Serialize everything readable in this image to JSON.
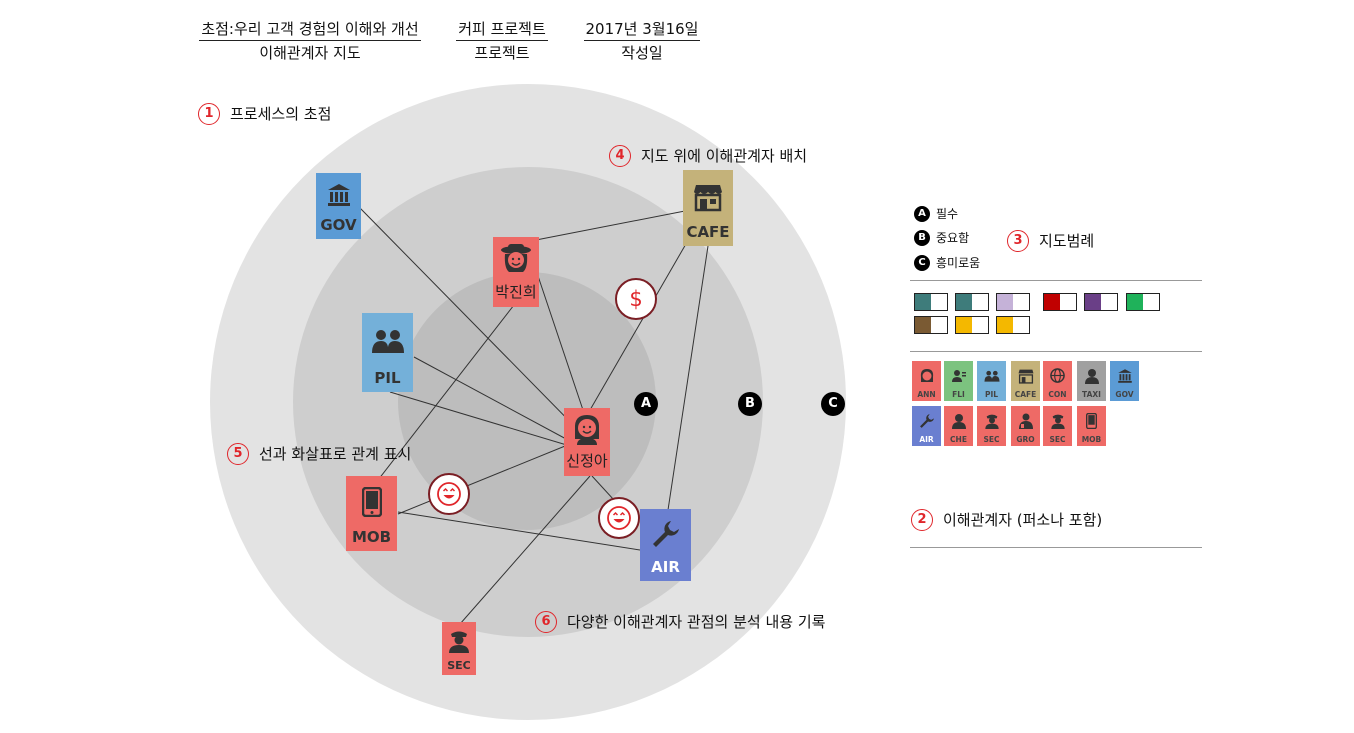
{
  "header": {
    "focus_value": "초점:우리 고객 경험의 이해와 개선",
    "focus_caption": "이해관계자 지도",
    "project_value": "커피 프로젝트",
    "project_caption": "프로젝트",
    "date_value": "2017년 3월16일",
    "date_caption": "작성일"
  },
  "annotations": [
    {
      "num": "1",
      "text": "프로세스의 초점"
    },
    {
      "num": "2",
      "text": "이해관계자 (퍼소나 포함)"
    },
    {
      "num": "3",
      "text": "지도범례"
    },
    {
      "num": "4",
      "text": "지도 위에 이해관계자 배치"
    },
    {
      "num": "5",
      "text": "선과 화살표로 관계 표시"
    },
    {
      "num": "6",
      "text": "다양한 이해관계자 관점의 분석 내용 기록"
    }
  ],
  "rings": [
    {
      "letter": "A"
    },
    {
      "letter": "B"
    },
    {
      "letter": "C"
    }
  ],
  "map_stakeholders": {
    "gov": {
      "label": "GOV",
      "icon": "government-building-icon",
      "color": "#5b9bd5"
    },
    "cafe": {
      "label": "CAFE",
      "icon": "storefront-icon",
      "color": "#c4b27a"
    },
    "park": {
      "label": "박진희",
      "icon": "persona-woman-hat-icon",
      "color": "#ee6a66"
    },
    "pil": {
      "label": "PIL",
      "icon": "people-pair-icon",
      "color": "#74b0d9"
    },
    "shin": {
      "label": "신정아",
      "icon": "persona-woman-icon",
      "color": "#ee6a66"
    },
    "mob": {
      "label": "MOB",
      "icon": "mobile-phone-icon",
      "color": "#ee6a66"
    },
    "air": {
      "label": "AIR",
      "icon": "wrench-icon",
      "color": "#6a7fd0"
    },
    "sec": {
      "label": "SEC",
      "icon": "security-guard-icon",
      "color": "#ee6a66"
    }
  },
  "legend": {
    "items": [
      {
        "letter": "A",
        "text": "필수"
      },
      {
        "letter": "B",
        "text": "중요함"
      },
      {
        "letter": "C",
        "text": "흥미로움"
      }
    ],
    "swatches": [
      {
        "color": "#3e7c7b"
      },
      {
        "color": "#3e7c7b"
      },
      {
        "color": "#c5b2d8"
      },
      {
        "color": "#c00000"
      },
      {
        "color": "#6a3f87"
      },
      {
        "color": "#1fb25a"
      },
      {
        "color": "#7a5a33"
      },
      {
        "color": "#f4b800"
      },
      {
        "color": "#f4b800"
      }
    ],
    "tiles": [
      {
        "label": "ANN",
        "color": "#ee6a66",
        "icon": "persona-icon"
      },
      {
        "label": "FLI",
        "color": "#7cc37f",
        "icon": "user-card-icon"
      },
      {
        "label": "PIL",
        "color": "#74b0d9",
        "icon": "people-pair-icon"
      },
      {
        "label": "CAFE",
        "color": "#c4b27a",
        "icon": "storefront-icon"
      },
      {
        "label": "CON",
        "color": "#ee6a66",
        "icon": "globe-icon"
      },
      {
        "label": "TAXI",
        "color": "#a0a0a0",
        "icon": "person-icon"
      },
      {
        "label": "GOV",
        "color": "#5b9bd5",
        "icon": "government-building-icon"
      },
      {
        "label": "AIR",
        "color": "#6a7fd0",
        "icon": "wrench-icon"
      },
      {
        "label": "CHE",
        "color": "#ee6a66",
        "icon": "person-icon"
      },
      {
        "label": "SEC",
        "color": "#ee6a66",
        "icon": "security-guard-icon"
      },
      {
        "label": "GRO",
        "color": "#ee6a66",
        "icon": "group-person-icon"
      },
      {
        "label": "SEC",
        "color": "#ee6a66",
        "icon": "security-guard-icon"
      },
      {
        "label": "MOB",
        "color": "#ee6a66",
        "icon": "mobile-phone-icon"
      }
    ]
  },
  "emotion_icons": [
    {
      "icon": "dollar-icon"
    },
    {
      "icon": "happy-face-icon"
    },
    {
      "icon": "happy-face-icon"
    }
  ]
}
